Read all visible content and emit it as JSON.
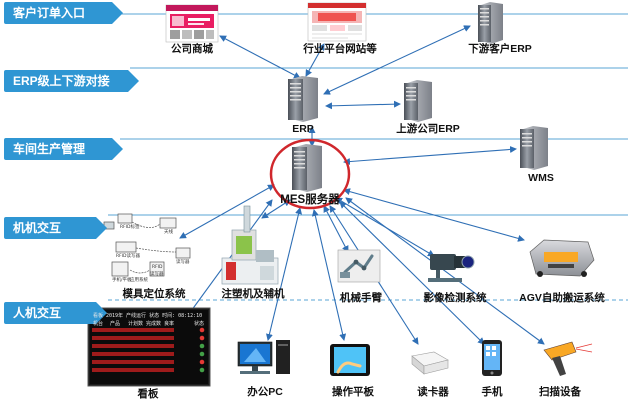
{
  "lanes": {
    "customer_order": "客户订单入口",
    "erp_integration": "ERP级上下游对接",
    "workshop": "车间生产管理",
    "machine_interaction": "机机交互",
    "human_machine": "人机交互"
  },
  "nodes": {
    "company_mall": "公司商城",
    "industry_platform": "行业平台网站等",
    "downstream_erp": "下游客户ERP",
    "erp": "ERP",
    "upstream_erp": "上游公司ERP",
    "wms": "WMS",
    "mes": "MES服务器",
    "mold_positioning": "模具定位系统",
    "injection_machine": "注塑机及辅机",
    "robot_arm": "机械手臂",
    "image_inspection": "影像检测系统",
    "agv": "AGV自助搬运系统",
    "kanban": "看板",
    "office_pc": "办公PC",
    "tablet": "操作平板",
    "card_reader": "读卡器",
    "phone": "手机",
    "scanner": "扫描设备"
  },
  "mold_labels": [
    "RFID标签",
    "天线",
    "RFID读写器",
    "读写器",
    "手机/平板",
    "应用系统",
    "RFID",
    "读写器"
  ],
  "kanban_screen": {
    "header": "看板   2019年 产线运行 状态   时间: 08:12:10",
    "columns": [
      "机台",
      "产品",
      "计划数",
      "完成数",
      "良率",
      "状态"
    ]
  },
  "colors": {
    "lane_blue": "#2f96d3",
    "arrow_blue": "#2f6fb5",
    "mes_ring": "#d0272c"
  }
}
